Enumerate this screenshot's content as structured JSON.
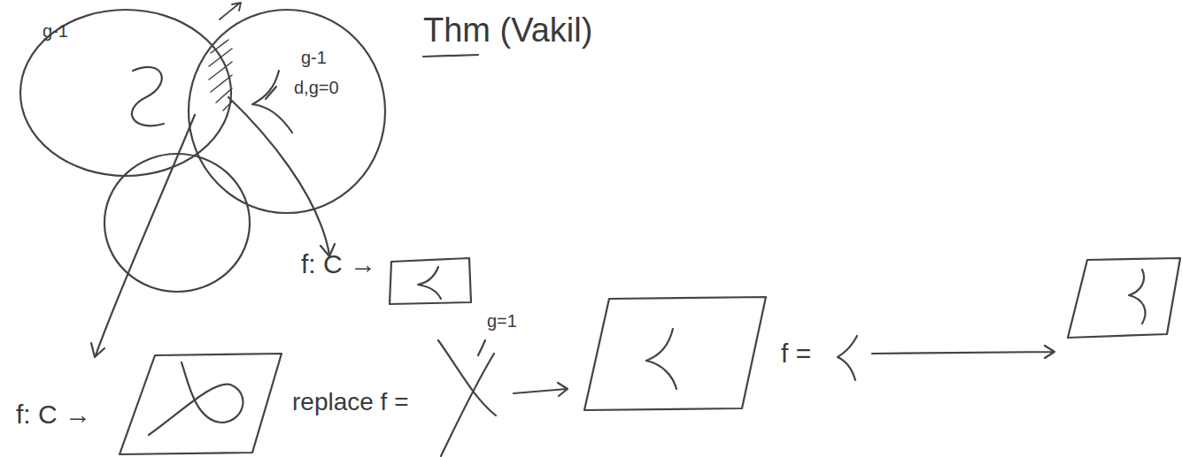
{
  "diagram": {
    "nodes": [
      {
        "text": [
          "g-1"
        ]
      },
      {
        "text": [
          "g-1",
          "d,g=0"
        ]
      }
    ],
    "labels": [
      "Thm (Vakil)",
      "f: C →",
      "f: C →",
      "replace f =",
      "g=1",
      "f ="
    ]
  }
}
